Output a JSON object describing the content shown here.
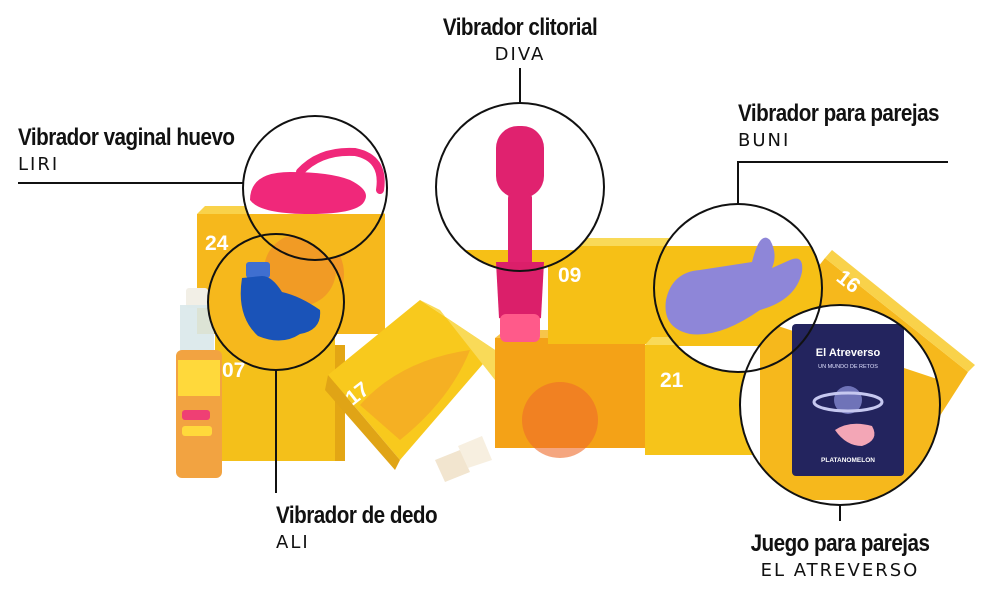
{
  "labels": {
    "diva": {
      "title": "Vibrador clitorial",
      "name": "DIVA"
    },
    "liri": {
      "title": "Vibrador vaginal huevo",
      "name": "LIRI"
    },
    "buni": {
      "title": "Vibrador para parejas",
      "name": "BUNI"
    },
    "ali": {
      "title": "Vibrador de dedo",
      "name": "ALI"
    },
    "atreverso": {
      "title": "Juego para parejas",
      "name": "EL ATREVERSO"
    }
  },
  "box_numbers": {
    "b24": "24",
    "b07": "07",
    "b17": "17",
    "b09": "09",
    "b21": "21",
    "b16": "16"
  },
  "card": {
    "title": "El Atreverso",
    "subtitle": "UN MUNDO DE RETOS",
    "brand": "PLATANOMELON"
  },
  "colors": {
    "box_yellow": "#f6c419",
    "box_orange": "#f5a31a",
    "box_shade": "#e39a12",
    "diva_pink": "#e0226f",
    "liri_pink": "#f0287a",
    "ali_blue": "#1a53b8",
    "buni_purple": "#8e86d8",
    "card_navy": "#23245e",
    "line": "#111111"
  }
}
